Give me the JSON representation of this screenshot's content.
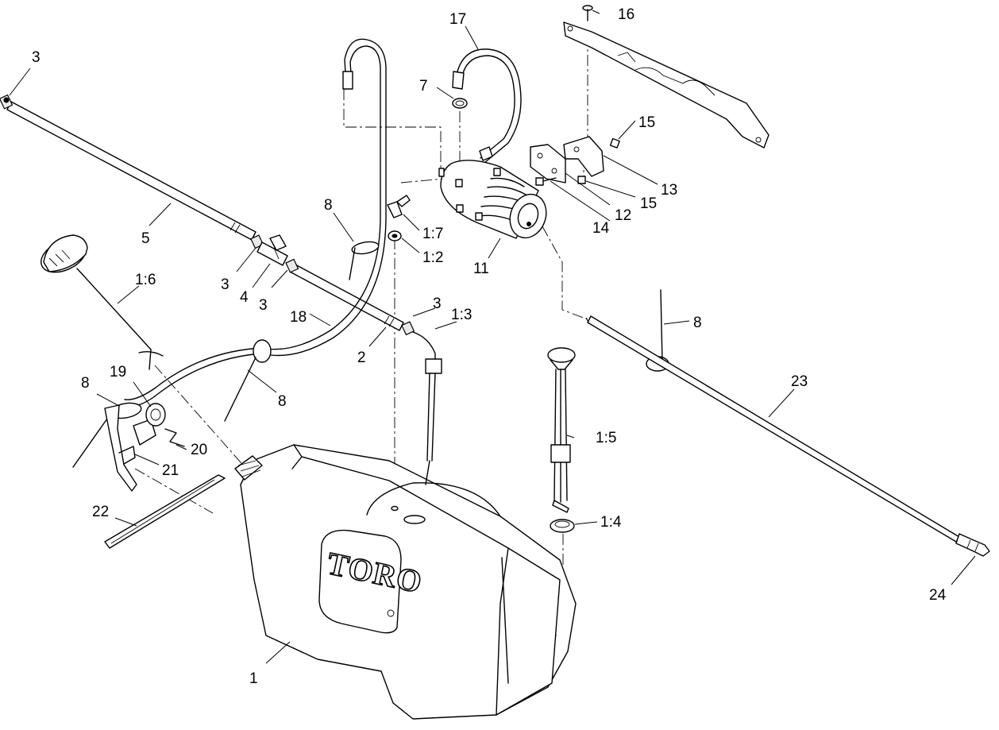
{
  "brand_logo": "TORO",
  "callouts": [
    {
      "id": "c1",
      "text": "1"
    },
    {
      "id": "c2",
      "text": "2"
    },
    {
      "id": "c3a",
      "text": "3"
    },
    {
      "id": "c3b",
      "text": "3"
    },
    {
      "id": "c3c",
      "text": "3"
    },
    {
      "id": "c3d",
      "text": "3"
    },
    {
      "id": "c4",
      "text": "4"
    },
    {
      "id": "c5",
      "text": "5"
    },
    {
      "id": "c7",
      "text": "7"
    },
    {
      "id": "c8a",
      "text": "8"
    },
    {
      "id": "c8b",
      "text": "8"
    },
    {
      "id": "c8c",
      "text": "8"
    },
    {
      "id": "c8d",
      "text": "8"
    },
    {
      "id": "c11",
      "text": "11"
    },
    {
      "id": "c12",
      "text": "12"
    },
    {
      "id": "c13",
      "text": "13"
    },
    {
      "id": "c14",
      "text": "14"
    },
    {
      "id": "c15a",
      "text": "15"
    },
    {
      "id": "c15b",
      "text": "15"
    },
    {
      "id": "c16",
      "text": "16"
    },
    {
      "id": "c17",
      "text": "17"
    },
    {
      "id": "c18",
      "text": "18"
    },
    {
      "id": "c19",
      "text": "19"
    },
    {
      "id": "c20",
      "text": "20"
    },
    {
      "id": "c21",
      "text": "21"
    },
    {
      "id": "c22",
      "text": "22"
    },
    {
      "id": "c23",
      "text": "23"
    },
    {
      "id": "c24",
      "text": "24"
    },
    {
      "id": "c1_2",
      "text": "1:2"
    },
    {
      "id": "c1_3",
      "text": "1:3"
    },
    {
      "id": "c1_4",
      "text": "1:4"
    },
    {
      "id": "c1_5",
      "text": "1:5"
    },
    {
      "id": "c1_6",
      "text": "1:6"
    },
    {
      "id": "c1_7",
      "text": "1:7"
    }
  ]
}
